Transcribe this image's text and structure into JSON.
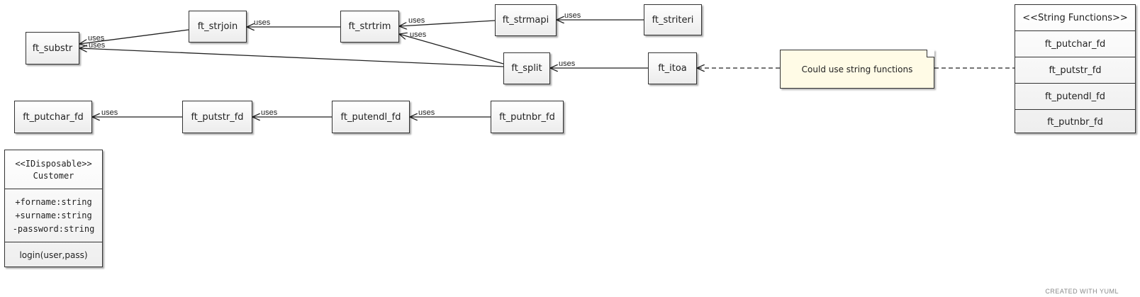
{
  "nodes": {
    "ft_substr": "ft_substr",
    "ft_strjoin": "ft_strjoin",
    "ft_strtrim": "ft_strtrim",
    "ft_strmapi": "ft_strmapi",
    "ft_striteri": "ft_striteri",
    "ft_split": "ft_split",
    "ft_itoa": "ft_itoa",
    "ft_putchar_fd": "ft_putchar_fd",
    "ft_putstr_fd": "ft_putstr_fd",
    "ft_putendl_fd": "ft_putendl_fd",
    "ft_putnbr_fd": "ft_putnbr_fd"
  },
  "note": "Could use string functions",
  "string_functions": {
    "stereotype": "<<String Functions>>",
    "items": [
      "ft_putchar_fd",
      "ft_putstr_fd",
      "ft_putendl_fd",
      "ft_putnbr_fd"
    ]
  },
  "customer": {
    "stereotype": "<<IDisposable>>",
    "name": "Customer",
    "attributes": [
      "+forname:string",
      "+surname:string",
      "-password:string"
    ],
    "method": "login(user,pass)"
  },
  "edge_label": "uses",
  "footer": "CREATED WITH YUML"
}
